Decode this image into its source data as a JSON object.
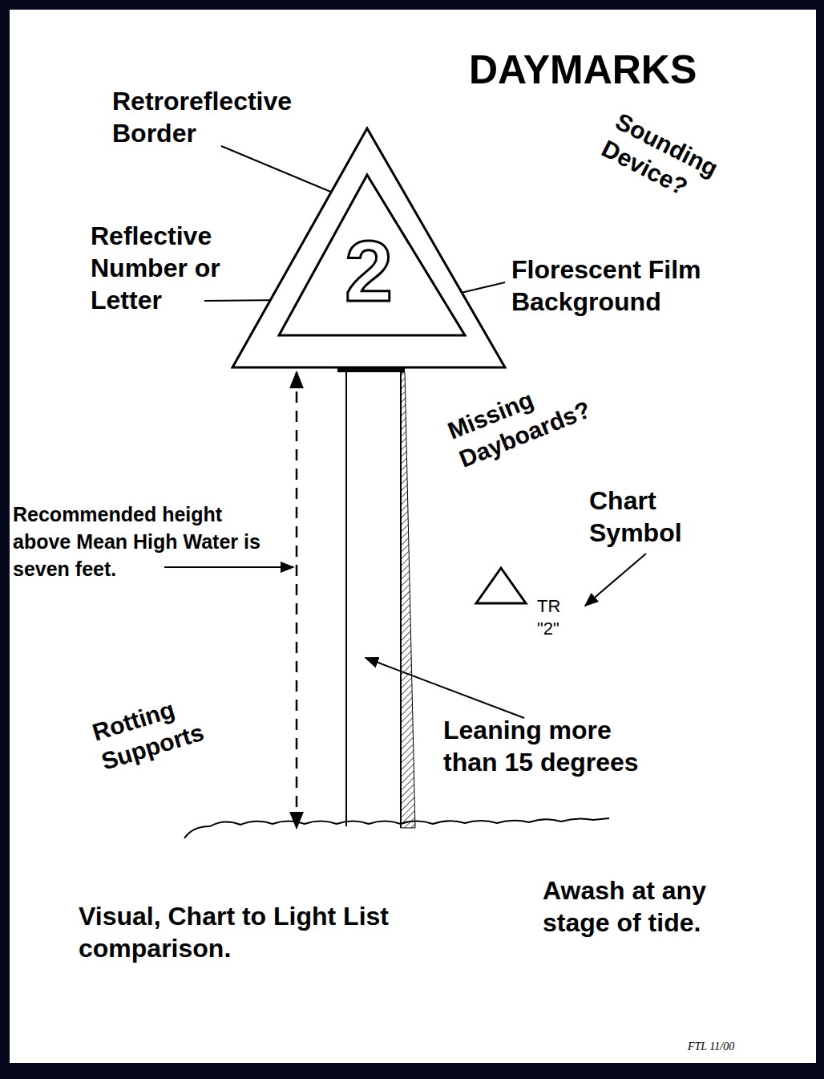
{
  "diagram": {
    "title": "DAYMARKS",
    "nodes": [
      {
        "text": [
          "2"
        ]
      }
    ],
    "labels": [
      "Retroreflective Border",
      "Reflective Number or Letter",
      "Florescent Film Background",
      "Sounding Device?",
      "Missing Dayboards?",
      "Chart Symbol",
      "TR",
      "\"2\"",
      "Recommended height above Mean High Water is seven feet.",
      "Rotting Supports",
      "Leaning more than 15 degrees",
      "Visual, Chart to Light List comparison.",
      "Awash at any stage of tide.",
      "FTL 11/00"
    ]
  }
}
